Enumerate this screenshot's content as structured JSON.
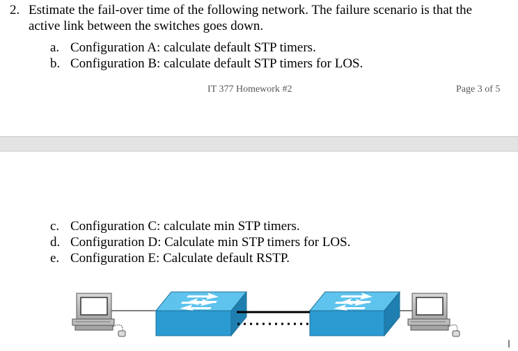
{
  "question": {
    "number": "2.",
    "line1": "Estimate the fail-over time of the following network.  The failure scenario is that the",
    "line2": "active link between the switches goes down."
  },
  "items_page3": [
    {
      "marker": "a.",
      "text": "Configuration A: calculate default STP timers."
    },
    {
      "marker": "b.",
      "text": "Configuration B: calculate default STP timers for LOS."
    }
  ],
  "footer": {
    "title": "IT 377 Homework #2",
    "page": "Page 3 of 5"
  },
  "items_page4": [
    {
      "marker": "c.",
      "text": "Configuration C: calculate min STP timers."
    },
    {
      "marker": "d.",
      "text": "Configuration D: Calculate min STP timers for LOS."
    },
    {
      "marker": "e.",
      "text": "Configuration E: Calculate default RSTP."
    }
  ],
  "diagram": {
    "switch_color": "#2b9bd1",
    "switch_top_color": "#5ec4ee",
    "active_link": "solid",
    "backup_link": "dotted"
  }
}
